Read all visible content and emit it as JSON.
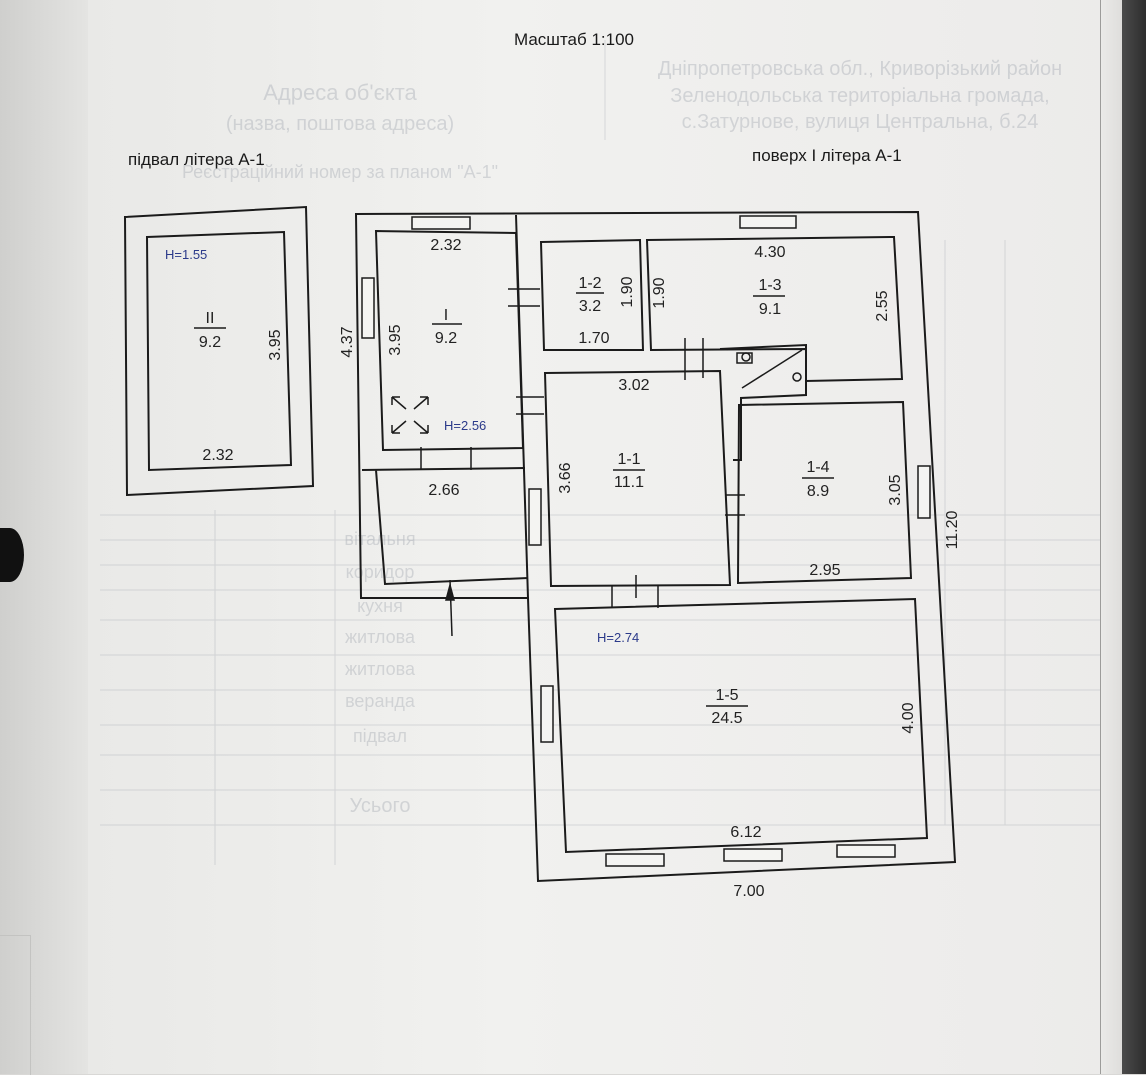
{
  "header": {
    "scale": "Масштаб 1:100",
    "basement_title": "підвал літера А-1",
    "floor_title": "поверх І літера А-1"
  },
  "basement": {
    "height": "H=1.55",
    "room_number": "II",
    "room_area": "9.2",
    "side_dim": "3.95",
    "bottom_dim": "2.32"
  },
  "floor": {
    "overall_left": "4.37",
    "overall_right": "11.20",
    "overall_bottom": "7.00",
    "room_I": {
      "number": "I",
      "area": "9.2",
      "top": "2.32",
      "left": "3.95",
      "height": "H=2.56"
    },
    "porch": {
      "width": "2.66"
    },
    "room_1_1": {
      "number": "1-1",
      "area": "11.1",
      "top": "3.02",
      "left": "3.66"
    },
    "room_1_2": {
      "number": "1-2",
      "area": "3.2",
      "bottom": "1.70",
      "right": "1.90"
    },
    "room_1_3": {
      "number": "1-3",
      "area": "9.1",
      "top": "4.30",
      "left": "1.90",
      "right": "2.55"
    },
    "room_1_4": {
      "number": "1-4",
      "area": "8.9",
      "bottom": "2.95",
      "right": "3.05"
    },
    "room_1_5": {
      "number": "1-5",
      "area": "24.5",
      "bottom": "6.12",
      "right": "4.00",
      "height": "H=2.74"
    }
  },
  "background_print": {
    "line1": "Адреса об'єкта",
    "line2": "(назва, поштова адреса)",
    "line3": "Дніпропетровська обл., Криворізький район",
    "line4": "Зеленодольська територіальна громада,",
    "line5": "с.Затурнове, вулиця Центральна, б.24",
    "line6": "Реєстраційний номер за планом \"А-1\"",
    "row1": "вітальня",
    "row2": "коридор",
    "row3": "кухня",
    "row4": "житлова",
    "row5": "житлова",
    "row6": "веранда",
    "row7": "підвал",
    "total": "Усього"
  },
  "colors": {
    "line": "#1b1b1b",
    "ink": "#222222",
    "height_ink": "#2b3a8a",
    "paper": "#efefed"
  }
}
